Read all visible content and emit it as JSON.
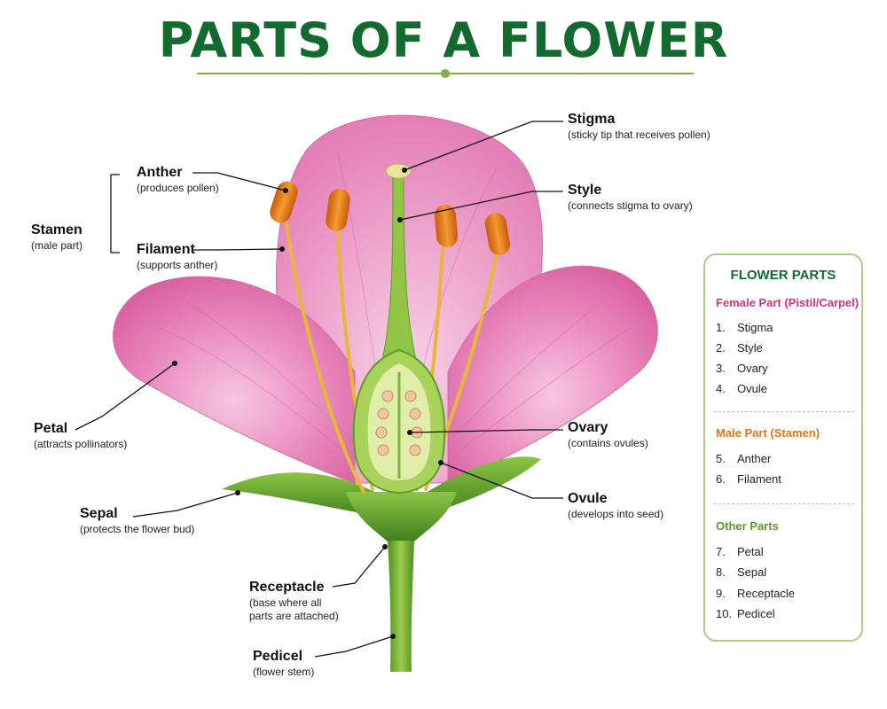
{
  "title": "PARTS OF A FLOWER",
  "colors": {
    "title": "#136a2e",
    "female": "#d6337a",
    "male": "#e2761b",
    "other": "#5a9b2a",
    "petal": "#e57fb6",
    "anther": "#e0761a",
    "sepal": "#5c9e2a"
  },
  "labels": {
    "stigma": {
      "name": "Stigma",
      "desc": "(sticky tip that receives pollen)"
    },
    "style": {
      "name": "Style",
      "desc": "(connects stigma to ovary)"
    },
    "anther": {
      "name": "Anther",
      "desc": "(produces pollen)"
    },
    "filament": {
      "name": "Filament",
      "desc": "(supports anther)"
    },
    "stamen": {
      "name": "Stamen",
      "desc": "(male part)"
    },
    "petal": {
      "name": "Petal",
      "desc": "(attracts pollinators)"
    },
    "ovary": {
      "name": "Ovary",
      "desc": "(contains ovules)"
    },
    "ovule": {
      "name": "Ovule",
      "desc": "(develops into seed)"
    },
    "sepal": {
      "name": "Sepal",
      "desc": "(protects the flower bud)"
    },
    "receptacle": {
      "name": "Receptacle",
      "desc1": "(base where all",
      "desc2": "parts are attached)"
    },
    "pedicel": {
      "name": "Pedicel",
      "desc": "(flower stem)"
    }
  },
  "legend": {
    "title": "FLOWER PARTS",
    "female": {
      "heading": "Female Part (Pistil/Carpel)",
      "items": [
        {
          "num": "1.",
          "label": "Stigma"
        },
        {
          "num": "2.",
          "label": "Style"
        },
        {
          "num": "3.",
          "label": "Ovary"
        },
        {
          "num": "4.",
          "label": "Ovule"
        }
      ]
    },
    "male": {
      "heading": "Male Part (Stamen)",
      "items": [
        {
          "num": "5.",
          "label": "Anther"
        },
        {
          "num": "6.",
          "label": "Filament"
        }
      ]
    },
    "other": {
      "heading": "Other Parts",
      "items": [
        {
          "num": "7.",
          "label": "Petal"
        },
        {
          "num": "8.",
          "label": "Sepal"
        },
        {
          "num": "9.",
          "label": "Receptacle"
        },
        {
          "num": "10.",
          "label": "Pedicel"
        }
      ]
    }
  }
}
